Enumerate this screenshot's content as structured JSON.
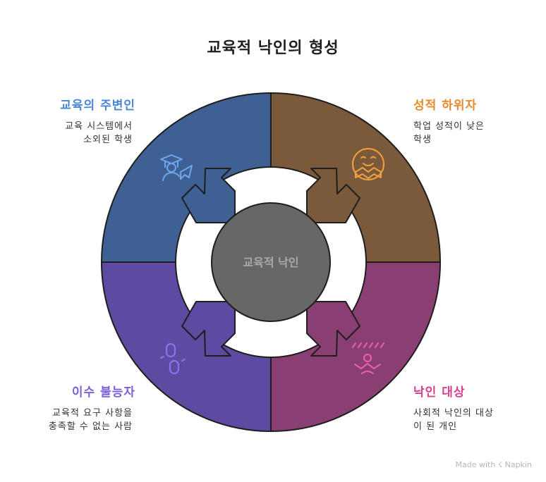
{
  "title": "교육적 낙인의 형성",
  "center": {
    "label": "교육적 낙인"
  },
  "segments": {
    "top_left": {
      "title": "교육의 주변인",
      "desc_line1": "교육 시스템에서",
      "desc_line2": "소외된 학생",
      "color": "#3F6093",
      "title_color": "#4a86d8",
      "icon": "graduate-icon"
    },
    "top_right": {
      "title": "성적 하위자",
      "desc_line1": "학업 성적이 낮은",
      "desc_line2": "학생",
      "color": "#7A5A3A",
      "title_color": "#e88a2c",
      "icon": "reading-face-icon"
    },
    "bottom_left": {
      "title": "이수 불능자",
      "desc_line1": "교육적 요구 사항을",
      "desc_line2": "충족할 수 없는 사람",
      "color": "#5E4AA0",
      "title_color": "#7b5fd6",
      "icon": "broken-link-icon"
    },
    "bottom_right": {
      "title": "낙인 대상",
      "desc_line1": "사회적 낙인의 대상",
      "desc_line2": "이 된 개인",
      "color": "#8A3F72",
      "title_color": "#d6408f",
      "icon": "stressed-person-icon"
    }
  },
  "footer": {
    "made_with": "Made with",
    "brand": "Napkin"
  }
}
